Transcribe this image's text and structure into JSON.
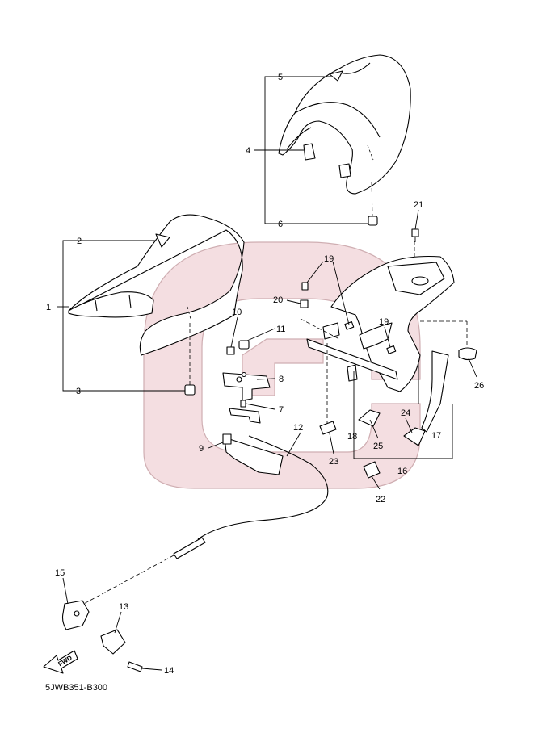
{
  "diagram_code": "5JWB351-B300",
  "fwd_label": "FWD",
  "watermark_color": "#f3d9dc",
  "callouts": [
    "1",
    "2",
    "3",
    "4",
    "5",
    "6",
    "7",
    "8",
    "9",
    "10",
    "11",
    "12",
    "13",
    "14",
    "15",
    "16",
    "17",
    "18",
    "19",
    "19",
    "20",
    "21",
    "22",
    "23",
    "24",
    "25",
    "26"
  ]
}
